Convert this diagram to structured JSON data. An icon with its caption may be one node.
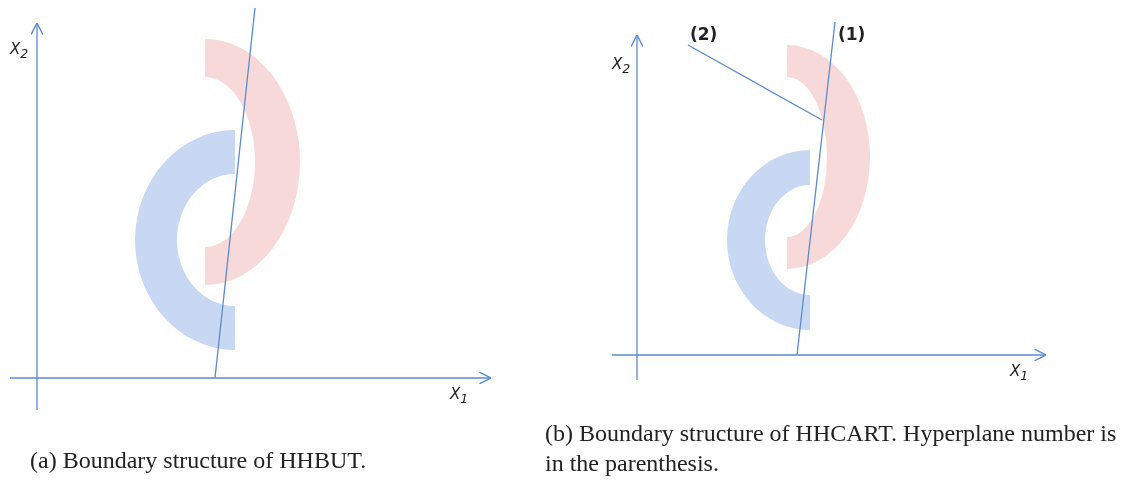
{
  "diagram": {
    "labels": [
      "X$_{2}$",
      "X$_{1}$",
      "(a) Boundary structure of HHBUT.",
      "(2)",
      "(1)",
      "X$_{2}$",
      "X$_{1}$",
      "(b) Boundary structure of HHCART. Hyperplane number is in the parenthesis."
    ]
  }
}
